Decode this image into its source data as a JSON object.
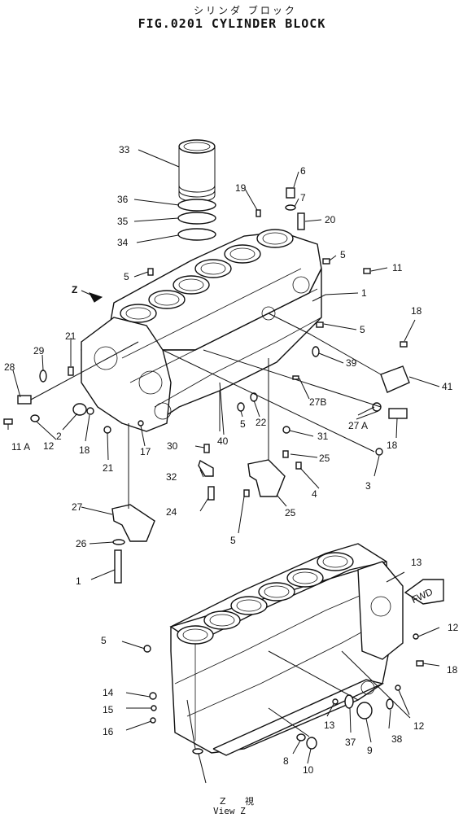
{
  "header": {
    "title_jp": "シリンダ ブロック",
    "title": "FIG.0201 CYLINDER BLOCK"
  },
  "view_marker": "Z",
  "fwd_tag": "FWD",
  "footer": {
    "view_jp": "Z 視",
    "view_en": "View Z"
  },
  "callouts": [
    "33",
    "36",
    "35",
    "34",
    "19",
    "6",
    "7",
    "20",
    "5",
    "11",
    "1",
    "18",
    "5",
    "39",
    "41",
    "5",
    "21",
    "29",
    "28",
    "11 A",
    "12",
    "2",
    "18",
    "21",
    "17",
    "40",
    "5",
    "22",
    "27B",
    "27 A",
    "18",
    "31",
    "30",
    "32",
    "24",
    "25",
    "4",
    "25",
    "5",
    "3",
    "27",
    "26",
    "1",
    "13",
    "12",
    "5",
    "18",
    "14",
    "15",
    "16",
    "13",
    "12",
    "38",
    "37",
    "9",
    "8",
    "10"
  ]
}
